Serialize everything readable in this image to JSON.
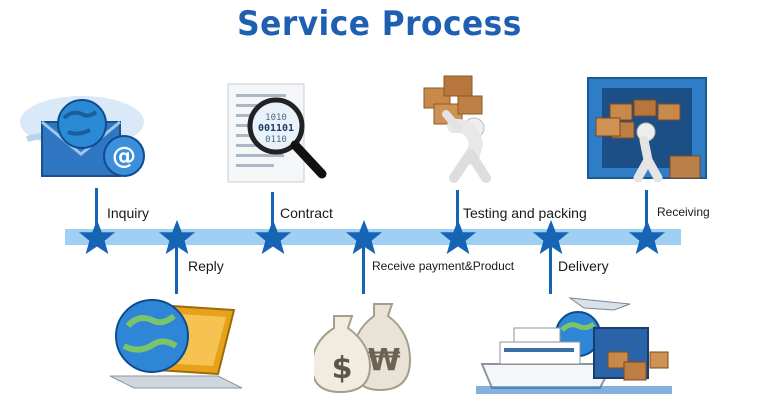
{
  "title": "Service Process",
  "colors": {
    "title": "#1f5fb2",
    "timeline": "#9fd0f3",
    "star": "#1664b4"
  },
  "steps": [
    {
      "label": "Inquiry",
      "icon": "email-globe-icon"
    },
    {
      "label": "Reply",
      "icon": "laptop-globe-icon"
    },
    {
      "label": "Contract",
      "icon": "magnifier-document-icon"
    },
    {
      "label": "Receive payment&Product",
      "icon": "money-bags-icon"
    },
    {
      "label": "Testing and packing",
      "icon": "person-carrying-boxes-icon"
    },
    {
      "label": "Delivery",
      "icon": "ship-plane-globe-icon"
    },
    {
      "label": "Receiving",
      "icon": "truck-unloading-icon"
    }
  ]
}
